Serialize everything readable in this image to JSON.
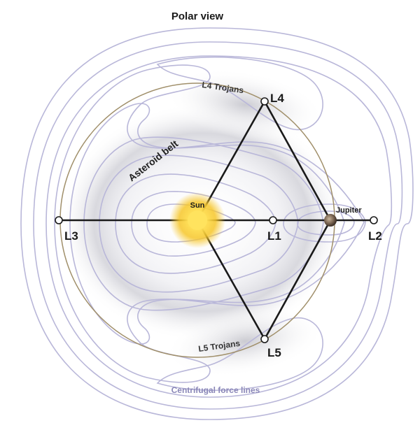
{
  "title": "Polar view",
  "labels": {
    "sun": "Sun",
    "jupiter": "Jupiter",
    "asteroid_belt": "Asteroid belt",
    "l4_trojans": "L4 Trojans",
    "l5_trojans": "L5 Trojans",
    "force_lines": "Centrifugal force lines"
  },
  "points": {
    "l1": "L1",
    "l2": "L2",
    "l3": "L3",
    "l4": "L4",
    "l5": "L5"
  },
  "colors": {
    "contour": "#b9b7d9",
    "orbit": "#a08f6a",
    "sun": "#f6c62a",
    "jupiter": "#6b5a4a",
    "lines": "#1a1a1a"
  }
}
